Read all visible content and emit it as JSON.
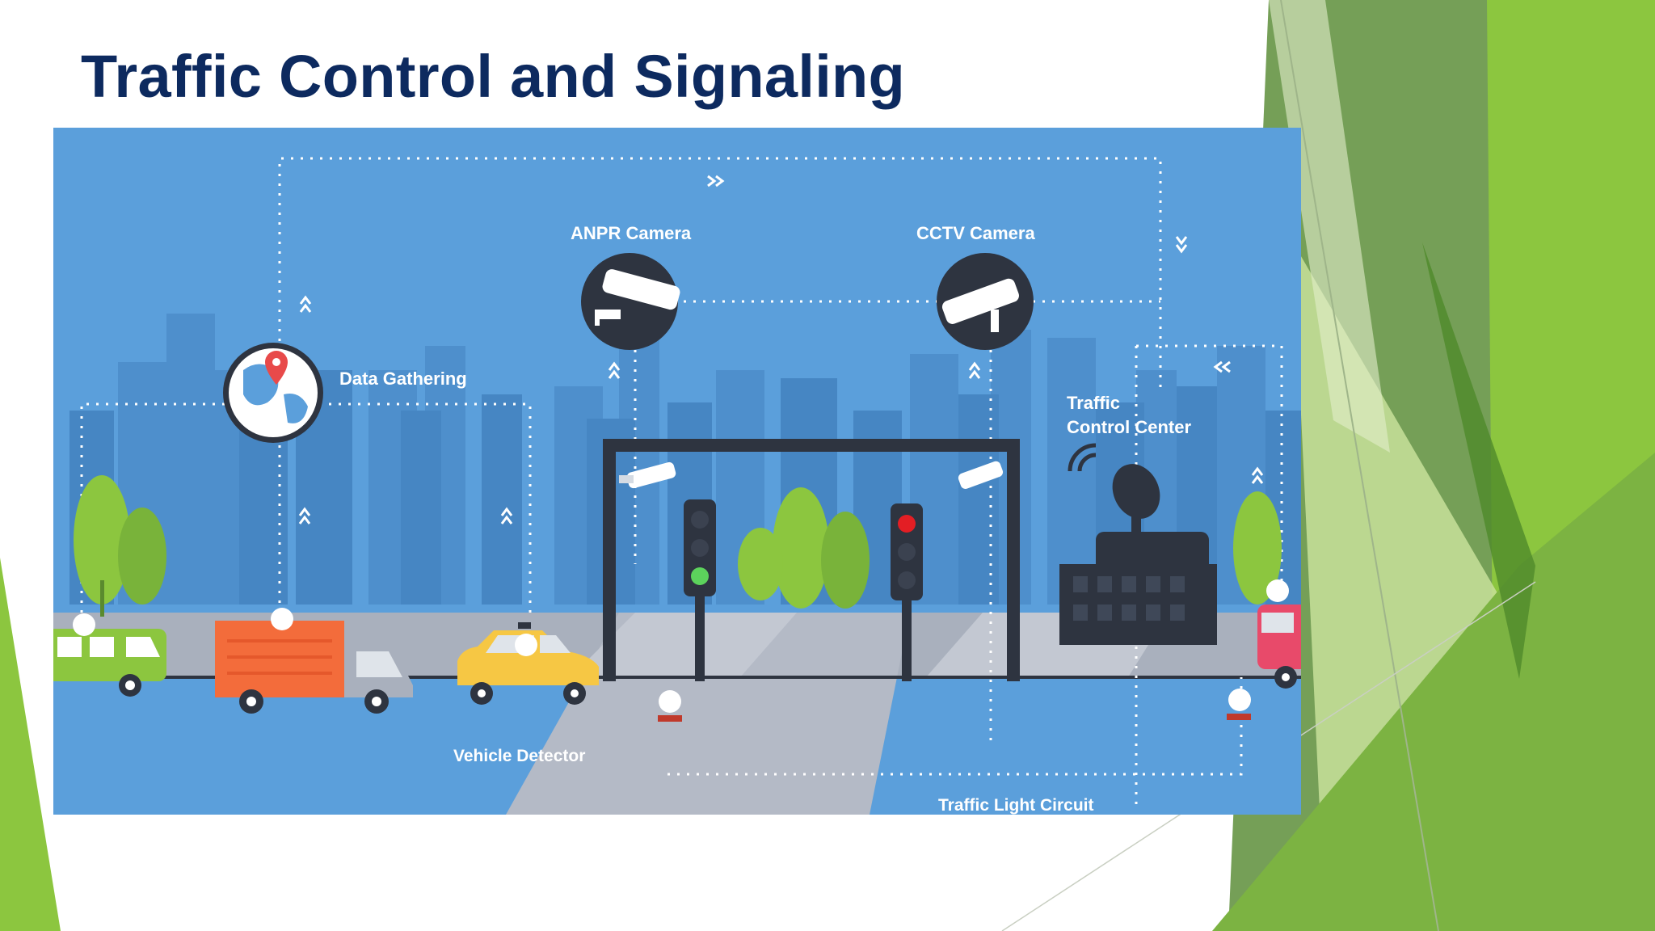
{
  "slide": {
    "title": "Traffic Control and Signaling"
  },
  "diagram": {
    "labels": {
      "anpr_camera": "ANPR Camera",
      "cctv_camera": "CCTV Camera",
      "data_gathering": "Data Gathering",
      "traffic_control_center_line1": "Traffic",
      "traffic_control_center_line2": "Control Center",
      "vehicle_detector": "Vehicle Detector",
      "traffic_light_circuit": "Traffic Light Circuit"
    },
    "icons": [
      "anpr-camera-icon",
      "cctv-camera-icon",
      "globe-location-icon",
      "satellite-dish-icon",
      "wifi-signal-icon",
      "traffic-light-icon",
      "building-icon",
      "truck-icon",
      "van-icon",
      "taxi-icon",
      "car-icon",
      "tree-icon"
    ]
  },
  "theme": {
    "title_color": "#0d2a5f",
    "sky_color": "#5b9fdb",
    "road_color": "#b4bac6",
    "green_1": "#8cc63f",
    "green_2": "#6aa84f",
    "green_3": "#4f8a2a"
  }
}
